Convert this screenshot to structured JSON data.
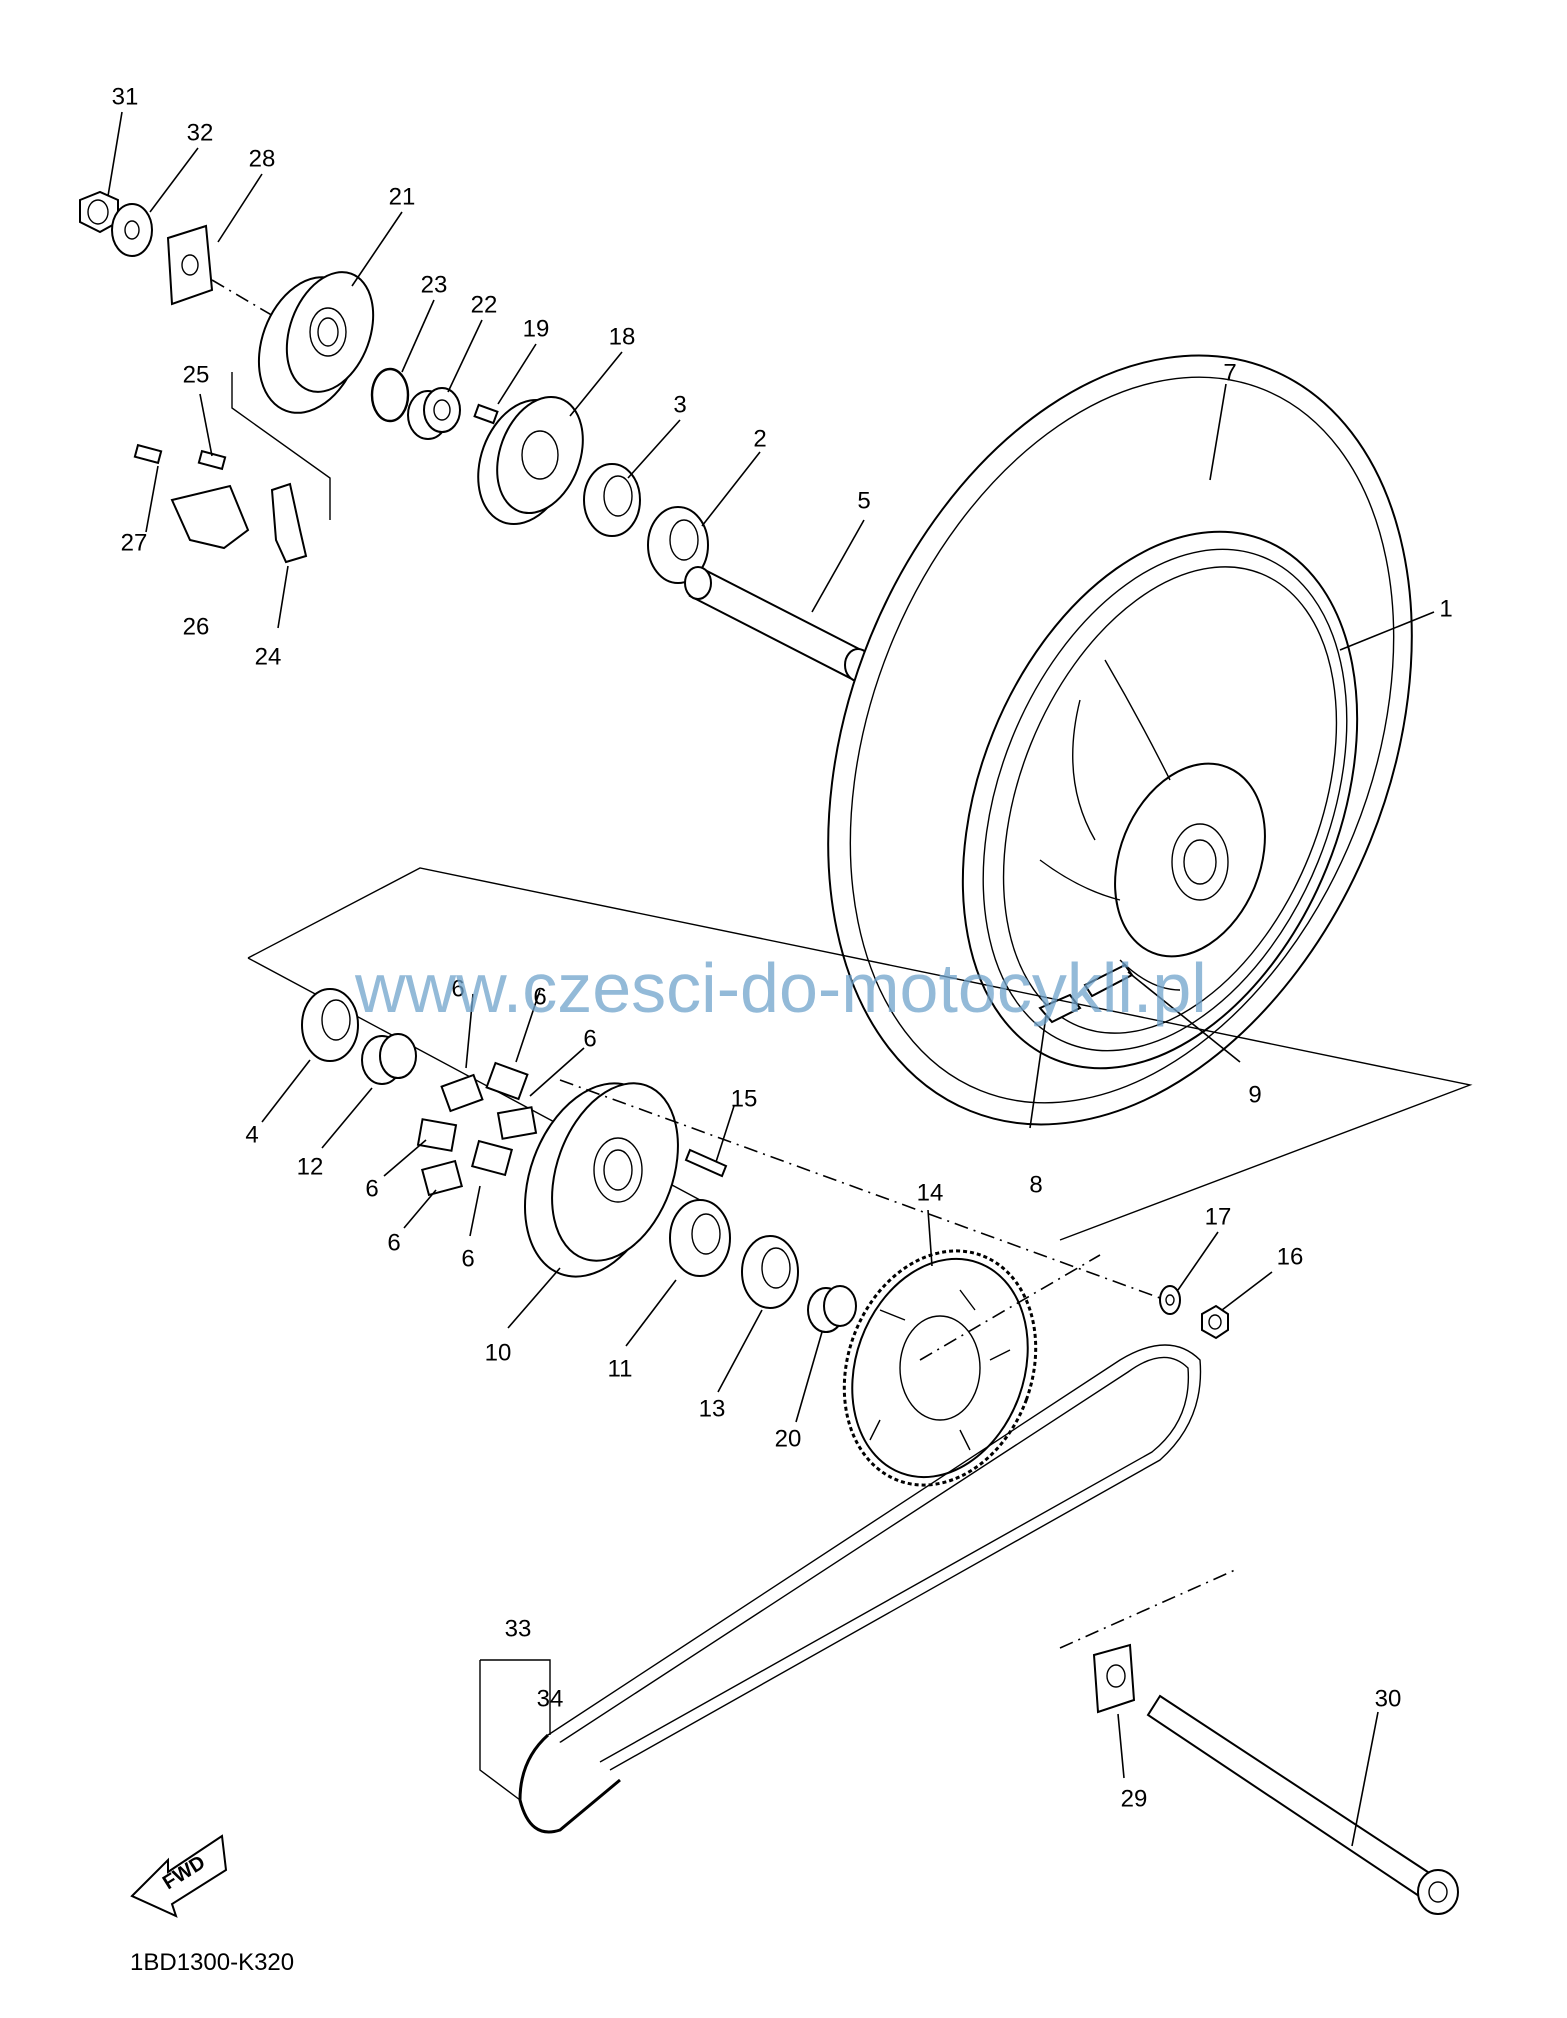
{
  "diagram": {
    "caption": "1BD1300-K320",
    "watermark": "www.czesci-do-motocykli.pl",
    "direction_label": "FWD",
    "parts": {
      "p1": "1",
      "p2": "2",
      "p3": "3",
      "p4": "4",
      "p5": "5",
      "p6a": "6",
      "p6b": "6",
      "p6c": "6",
      "p6d": "6",
      "p6e": "6",
      "p6f": "6",
      "p7": "7",
      "p8": "8",
      "p9": "9",
      "p10": "10",
      "p11": "11",
      "p12": "12",
      "p13": "13",
      "p14": "14",
      "p15": "15",
      "p16": "16",
      "p17": "17",
      "p18": "18",
      "p19": "19",
      "p20": "20",
      "p21": "21",
      "p22": "22",
      "p23": "23",
      "p24": "24",
      "p25": "25",
      "p26": "26",
      "p27": "27",
      "p28": "28",
      "p29": "29",
      "p30": "30",
      "p31": "31",
      "p32": "32",
      "p33": "33",
      "p34": "34"
    }
  },
  "colors": {
    "line": "#000000",
    "watermark": "#6fa3cc",
    "background": "#ffffff"
  }
}
